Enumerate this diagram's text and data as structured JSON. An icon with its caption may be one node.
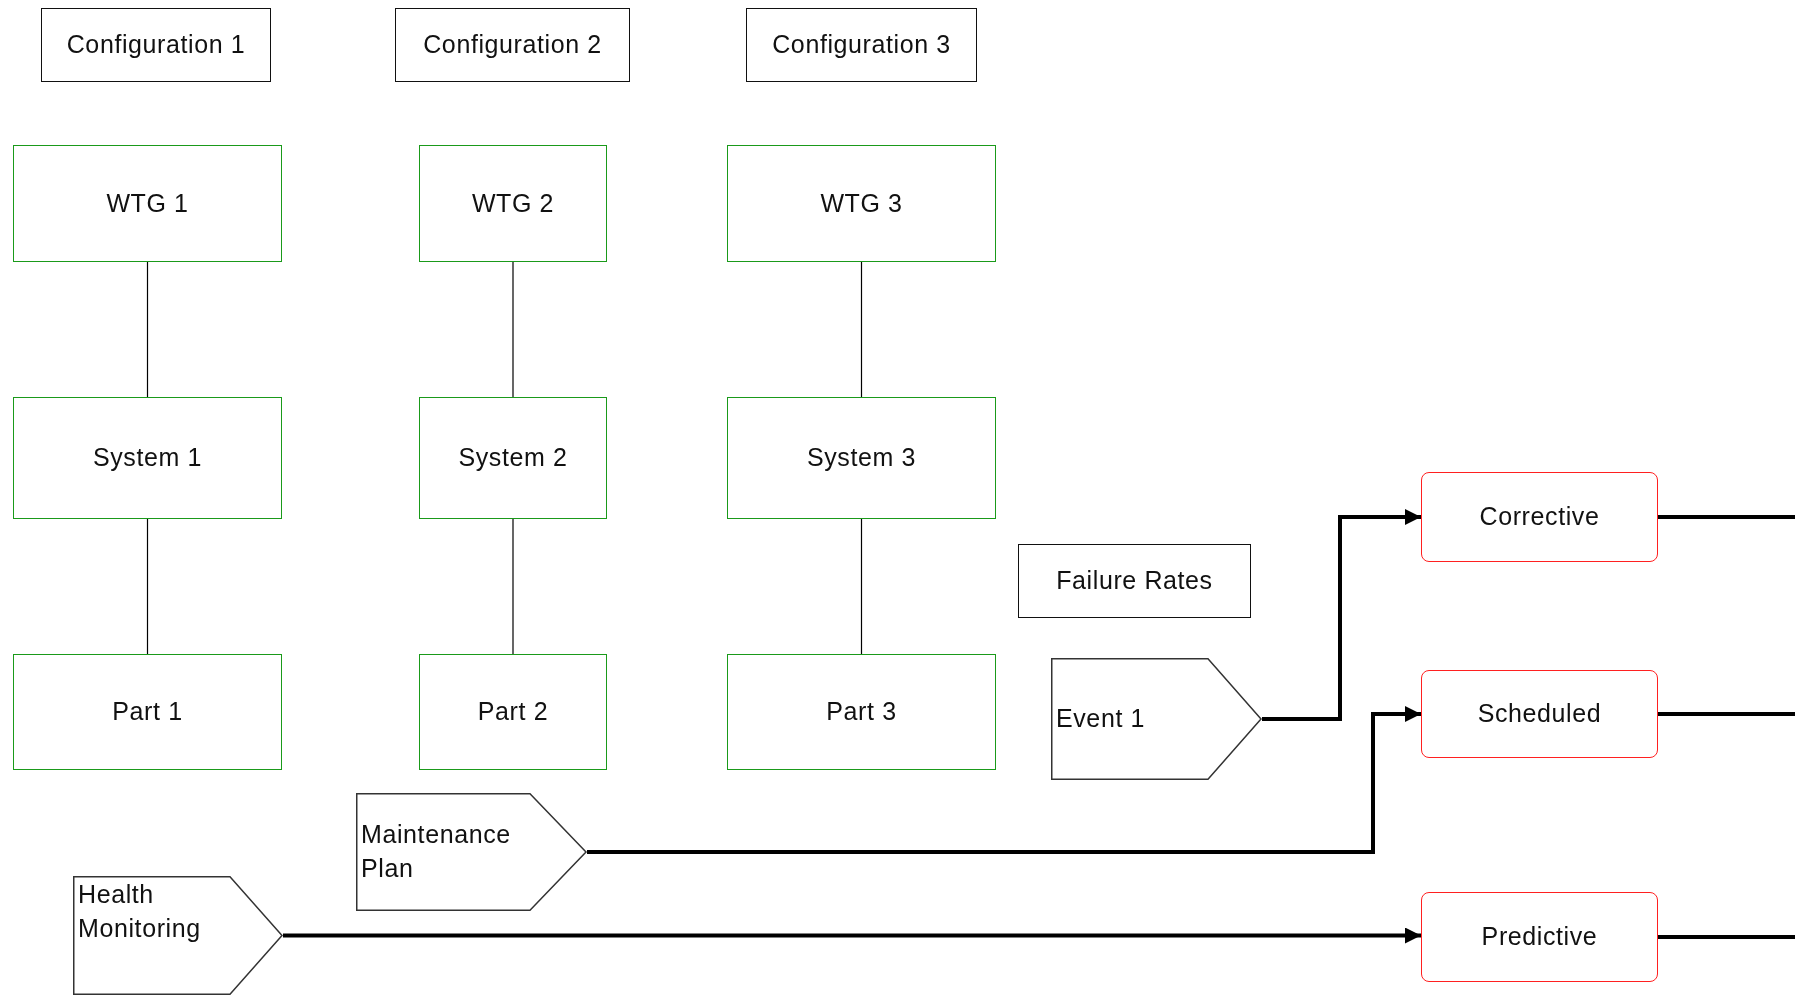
{
  "diagram": {
    "nodes": [
      {
        "text": [
          "Configuration 1"
        ]
      },
      {
        "text": [
          "Configuration 2"
        ]
      },
      {
        "text": [
          "Configuration 3"
        ]
      },
      {
        "text": [
          "WTG 1"
        ]
      },
      {
        "text": [
          "WTG 2"
        ]
      },
      {
        "text": [
          "WTG 3"
        ]
      },
      {
        "text": [
          "System 1"
        ]
      },
      {
        "text": [
          "System 2"
        ]
      },
      {
        "text": [
          "System 3"
        ]
      },
      {
        "text": [
          "Part 1"
        ]
      },
      {
        "text": [
          "Part 2"
        ]
      },
      {
        "text": [
          "Part 3"
        ]
      },
      {
        "text": [
          "Failure Rates"
        ]
      },
      {
        "text": [
          "Corrective"
        ]
      },
      {
        "text": [
          "Event 1"
        ]
      },
      {
        "text": [
          "Scheduled"
        ]
      },
      {
        "text": [
          "Maintenance Plan"
        ]
      },
      {
        "text": [
          "Health Monitoring"
        ]
      },
      {
        "text": [
          "Predictive"
        ]
      }
    ],
    "edges": [
      {
        "from": 3,
        "to": 6,
        "arrow": "none"
      },
      {
        "from": 6,
        "to": 9,
        "arrow": "none"
      },
      {
        "from": 4,
        "to": 7,
        "arrow": "none"
      },
      {
        "from": 7,
        "to": 10,
        "arrow": "none"
      },
      {
        "from": 5,
        "to": 8,
        "arrow": "none"
      },
      {
        "from": 8,
        "to": 11,
        "arrow": "none"
      },
      {
        "from": 14,
        "to": 13,
        "arrow": "to",
        "style": "thick"
      },
      {
        "from": 16,
        "to": 15,
        "arrow": "to",
        "style": "thick"
      },
      {
        "from": 17,
        "to": 18,
        "arrow": "to",
        "style": "thick"
      },
      {
        "from": 13,
        "to": null,
        "arrow": "none",
        "style": "thick"
      },
      {
        "from": 15,
        "to": null,
        "arrow": "none",
        "style": "thick"
      },
      {
        "from": 18,
        "to": null,
        "arrow": "none",
        "style": "thick"
      }
    ]
  }
}
